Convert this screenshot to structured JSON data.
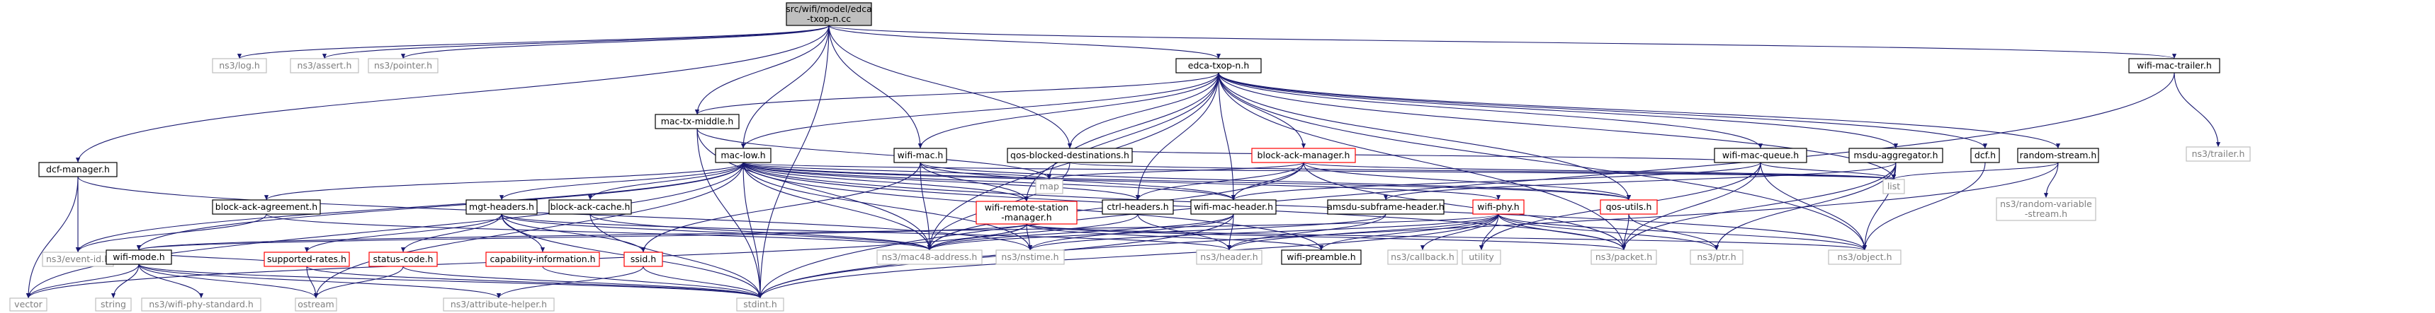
{
  "graph": {
    "colors": {
      "edge": "#191970",
      "default_border": "#000000",
      "missing_border": "#ff0000",
      "muted_border": "#bfbfbf",
      "muted_text": "#7f7f7f",
      "current_fill": "#bfbfbf"
    },
    "nodes": [
      {
        "id": "root",
        "lines": [
          "src/wifi/model/edca",
          "-txop-n.cc"
        ],
        "kind": "current"
      },
      {
        "id": "log",
        "lines": [
          "ns3/log.h"
        ],
        "kind": "muted"
      },
      {
        "id": "assert",
        "lines": [
          "ns3/assert.h"
        ],
        "kind": "muted"
      },
      {
        "id": "pointer",
        "lines": [
          "ns3/pointer.h"
        ],
        "kind": "muted"
      },
      {
        "id": "edca",
        "lines": [
          "edca-txop-n.h"
        ],
        "kind": "normal"
      },
      {
        "id": "wifimactrailer",
        "lines": [
          "wifi-mac-trailer.h"
        ],
        "kind": "normal"
      },
      {
        "id": "trailer",
        "lines": [
          "ns3/trailer.h"
        ],
        "kind": "muted"
      },
      {
        "id": "dcfmanager",
        "lines": [
          "dcf-manager.h"
        ],
        "kind": "normal"
      },
      {
        "id": "mactxmiddle",
        "lines": [
          "mac-tx-middle.h"
        ],
        "kind": "normal"
      },
      {
        "id": "maclow",
        "lines": [
          "mac-low.h"
        ],
        "kind": "normal"
      },
      {
        "id": "wifimac",
        "lines": [
          "wifi-mac.h"
        ],
        "kind": "normal"
      },
      {
        "id": "qosblocked",
        "lines": [
          "qos-blocked-destinations.h"
        ],
        "kind": "normal"
      },
      {
        "id": "blockackmanager",
        "lines": [
          "block-ack-manager.h"
        ],
        "kind": "missing"
      },
      {
        "id": "wifimacqueue",
        "lines": [
          "wifi-mac-queue.h"
        ],
        "kind": "normal"
      },
      {
        "id": "msduagg",
        "lines": [
          "msdu-aggregator.h"
        ],
        "kind": "normal"
      },
      {
        "id": "dcf",
        "lines": [
          "dcf.h"
        ],
        "kind": "normal"
      },
      {
        "id": "randomstream",
        "lines": [
          "random-stream.h"
        ],
        "kind": "normal"
      },
      {
        "id": "blockackagreement",
        "lines": [
          "block-ack-agreement.h"
        ],
        "kind": "normal"
      },
      {
        "id": "mgtheaders",
        "lines": [
          "mgt-headers.h"
        ],
        "kind": "normal"
      },
      {
        "id": "blockackcache",
        "lines": [
          "block-ack-cache.h"
        ],
        "kind": "normal"
      },
      {
        "id": "wrsm",
        "lines": [
          "wifi-remote-station",
          "-manager.h"
        ],
        "kind": "missing"
      },
      {
        "id": "ctrlheaders",
        "lines": [
          "ctrl-headers.h"
        ],
        "kind": "normal"
      },
      {
        "id": "wifimacheader",
        "lines": [
          "wifi-mac-header.h"
        ],
        "kind": "normal"
      },
      {
        "id": "amsdu",
        "lines": [
          "amsdu-subframe-header.h"
        ],
        "kind": "normal"
      },
      {
        "id": "wifiphy",
        "lines": [
          "wifi-phy.h"
        ],
        "kind": "missing"
      },
      {
        "id": "qosutils",
        "lines": [
          "qos-utils.h"
        ],
        "kind": "missing"
      },
      {
        "id": "map",
        "lines": [
          "map"
        ],
        "kind": "muted"
      },
      {
        "id": "list",
        "lines": [
          "list"
        ],
        "kind": "muted"
      },
      {
        "id": "nsrandvar",
        "lines": [
          "ns3/random-variable",
          "-stream.h"
        ],
        "kind": "muted"
      },
      {
        "id": "eventid",
        "lines": [
          "ns3/event-id.h"
        ],
        "kind": "muted"
      },
      {
        "id": "wifimode",
        "lines": [
          "wifi-mode.h"
        ],
        "kind": "normal"
      },
      {
        "id": "suprates",
        "lines": [
          "supported-rates.h"
        ],
        "kind": "missing"
      },
      {
        "id": "statuscode",
        "lines": [
          "status-code.h"
        ],
        "kind": "missing"
      },
      {
        "id": "capinfo",
        "lines": [
          "capability-information.h"
        ],
        "kind": "missing"
      },
      {
        "id": "ssid",
        "lines": [
          "ssid.h"
        ],
        "kind": "missing"
      },
      {
        "id": "mac48",
        "lines": [
          "ns3/mac48-address.h"
        ],
        "kind": "muted"
      },
      {
        "id": "nstime",
        "lines": [
          "ns3/nstime.h"
        ],
        "kind": "muted"
      },
      {
        "id": "header",
        "lines": [
          "ns3/header.h"
        ],
        "kind": "muted"
      },
      {
        "id": "wifipreamble",
        "lines": [
          "wifi-preamble.h"
        ],
        "kind": "normal"
      },
      {
        "id": "callback",
        "lines": [
          "ns3/callback.h"
        ],
        "kind": "muted"
      },
      {
        "id": "utility",
        "lines": [
          "utility"
        ],
        "kind": "muted"
      },
      {
        "id": "packet",
        "lines": [
          "ns3/packet.h"
        ],
        "kind": "muted"
      },
      {
        "id": "ptr",
        "lines": [
          "ns3/ptr.h"
        ],
        "kind": "muted"
      },
      {
        "id": "object",
        "lines": [
          "ns3/object.h"
        ],
        "kind": "muted"
      },
      {
        "id": "vector",
        "lines": [
          "vector"
        ],
        "kind": "muted"
      },
      {
        "id": "string",
        "lines": [
          "string"
        ],
        "kind": "muted"
      },
      {
        "id": "phystd",
        "lines": [
          "ns3/wifi-phy-standard.h"
        ],
        "kind": "muted"
      },
      {
        "id": "ostream",
        "lines": [
          "ostream"
        ],
        "kind": "muted"
      },
      {
        "id": "attrhelper",
        "lines": [
          "ns3/attribute-helper.h"
        ],
        "kind": "muted"
      },
      {
        "id": "stdint",
        "lines": [
          "stdint.h"
        ],
        "kind": "muted"
      }
    ]
  }
}
